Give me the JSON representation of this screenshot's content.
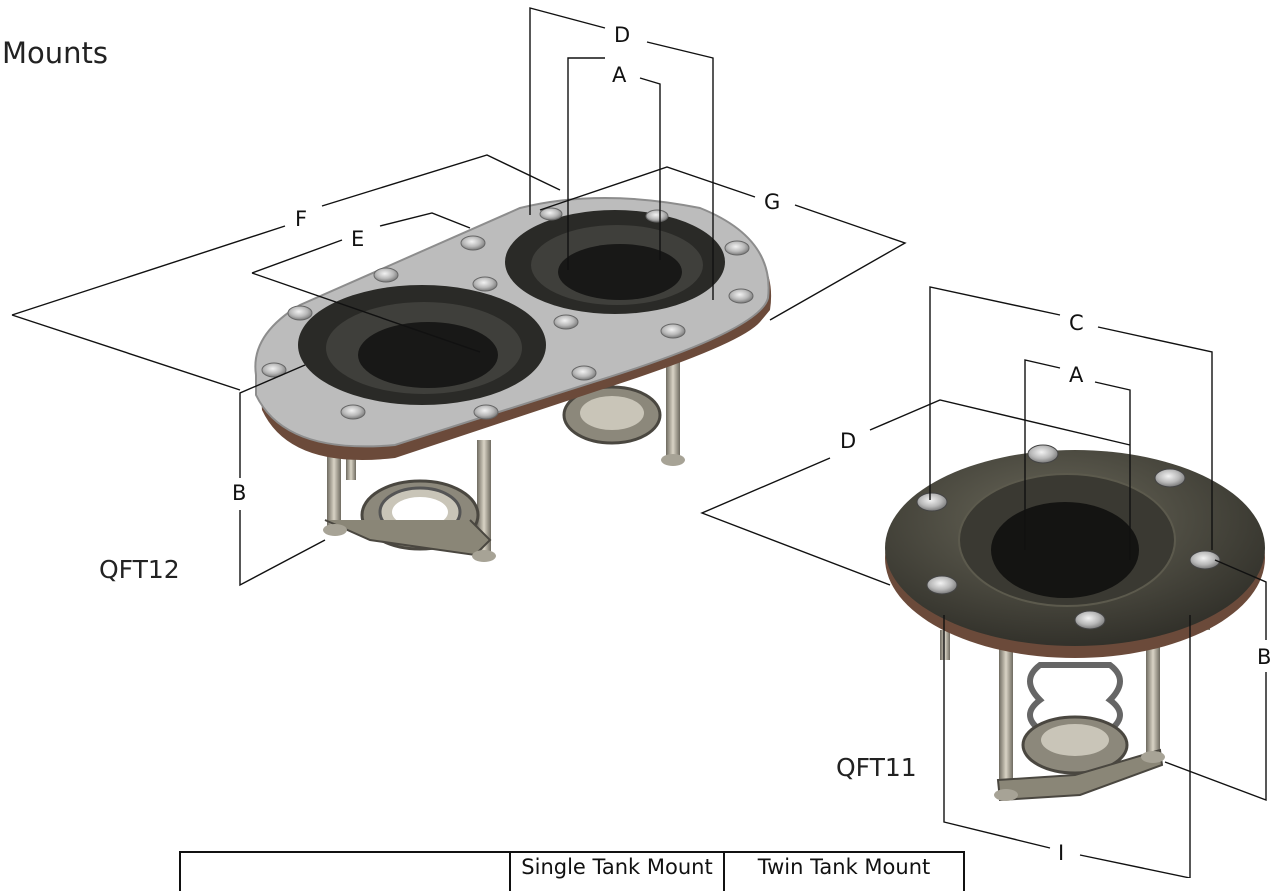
{
  "page": {
    "title": "Mounts"
  },
  "models": {
    "twin": {
      "label": "QFT12"
    },
    "single": {
      "label": "QFT11"
    }
  },
  "dimensions": {
    "twin": {
      "d": "D",
      "a": "A",
      "f": "F",
      "e": "E",
      "g": "G",
      "b": "B"
    },
    "single": {
      "c": "C",
      "a": "A",
      "d": "D",
      "b": "B",
      "i": "I"
    }
  },
  "table": {
    "headers": [
      "",
      "Single Tank Mount",
      "Twin Tank Mount"
    ]
  },
  "colors": {
    "plate_grey": "#bcbcbc",
    "flange_dark": "#3a3a36",
    "single_flange": "#4b4a3f",
    "gasket": "#6b4a3a",
    "line": "#111111"
  }
}
